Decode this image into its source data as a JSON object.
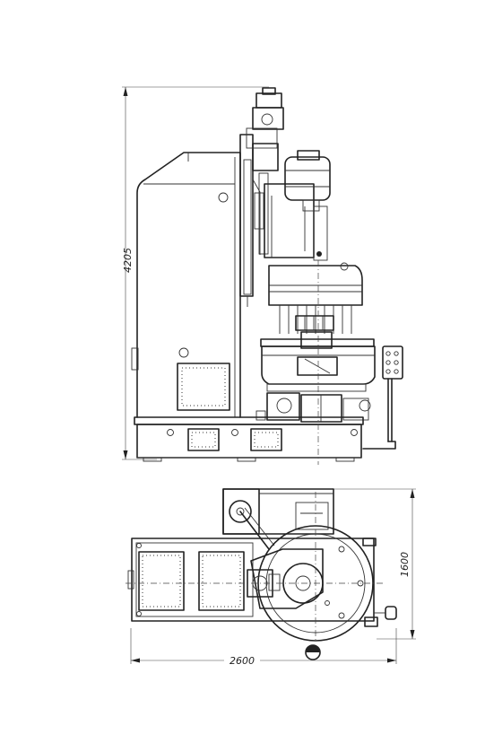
{
  "dimensions": {
    "height": "4205",
    "length": "2600",
    "width": "1600"
  }
}
